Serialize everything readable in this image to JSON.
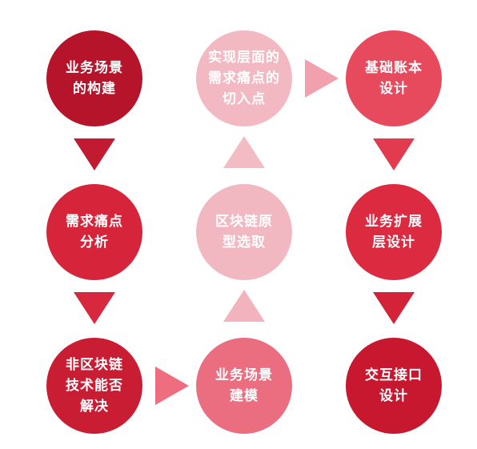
{
  "nodes": [
    {
      "label": "业务场景\n的构建",
      "color": "#b5142b"
    },
    {
      "label": "需求痛点\n分析",
      "color": "#d6253a"
    },
    {
      "label": "非区块链\n技术能否\n解决",
      "color": "#c91d33"
    },
    {
      "label": "业务场景\n建模",
      "color": "#ea6e80"
    },
    {
      "label": "区块链原\n型选取",
      "color": "#f2b8c2"
    },
    {
      "label": "实现层面的\n需求痛点的\n切入点",
      "color": "#f3b9c3"
    },
    {
      "label": "基础账本\n设计",
      "color": "#e84a5d"
    },
    {
      "label": "业务扩展\n层设计",
      "color": "#dc2a40"
    },
    {
      "label": "交互接口\n设计",
      "color": "#c8182f"
    }
  ],
  "arrow_colors": {
    "down_dark": "#c21a31",
    "down_mid": "#d8283d",
    "right_mid": "#ee6e80",
    "up_light": "#f2b3be",
    "up_lighter": "#f3bcc5",
    "right_light": "#f1a1ae",
    "down_right_1": "#e23a4f",
    "down_right_2": "#d42238"
  }
}
